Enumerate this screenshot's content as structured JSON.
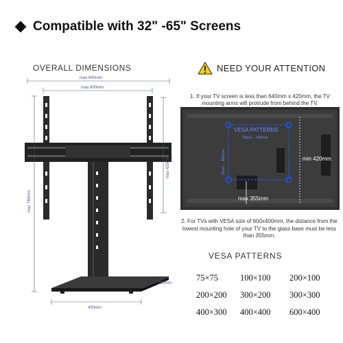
{
  "header": {
    "title": "Compatible with 32\" -65\" Screens"
  },
  "overall": {
    "title": "OVERALL DIMENSIONS",
    "max_width_outer": "max 640mm",
    "max_width_inner": "max 600mm",
    "max_height_mount": "max 420mm",
    "max_height_total": "max 780mm",
    "base_depth": "260mm",
    "base_width": "400mm"
  },
  "attention": {
    "title": "NEED YOUR ATTENTION",
    "note1": "1. If your TV screen is less than 640mm x 420mm, the TV mounting arms will protrude from behind the TV.",
    "vesa_label": "VESA PATTERNS",
    "vesa_h": "75mm ... 600mm",
    "vesa_v": "75mm ... 400mm",
    "min_height": "min 420mm",
    "max_drop": "max 355mm",
    "note2": "2. For TVs with VESA size of 600x400mm, the distance from the lowest mounting hole of your TV to the glass base must be less than 355mm."
  },
  "vesa": {
    "title": "VESA PATTERNS",
    "patterns": [
      "75×75",
      "100×100",
      "200×100",
      "200×200",
      "300×200",
      "300×300",
      "400×300",
      "400×400",
      "600×400"
    ]
  },
  "colors": {
    "dimension_line": "#4a5a7a",
    "accent_blue": "#2255ee",
    "warn_yellow": "#f5d20a"
  }
}
